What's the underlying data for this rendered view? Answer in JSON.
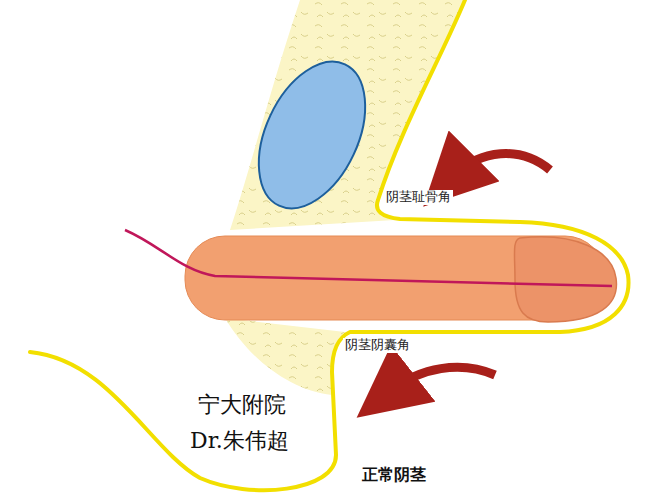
{
  "diagram": {
    "caption": "正常阴茎",
    "labels": [
      "阴茎耻骨角",
      "阴茎阴囊角",
      "宁大附院",
      "Dr.朱伟超"
    ]
  }
}
